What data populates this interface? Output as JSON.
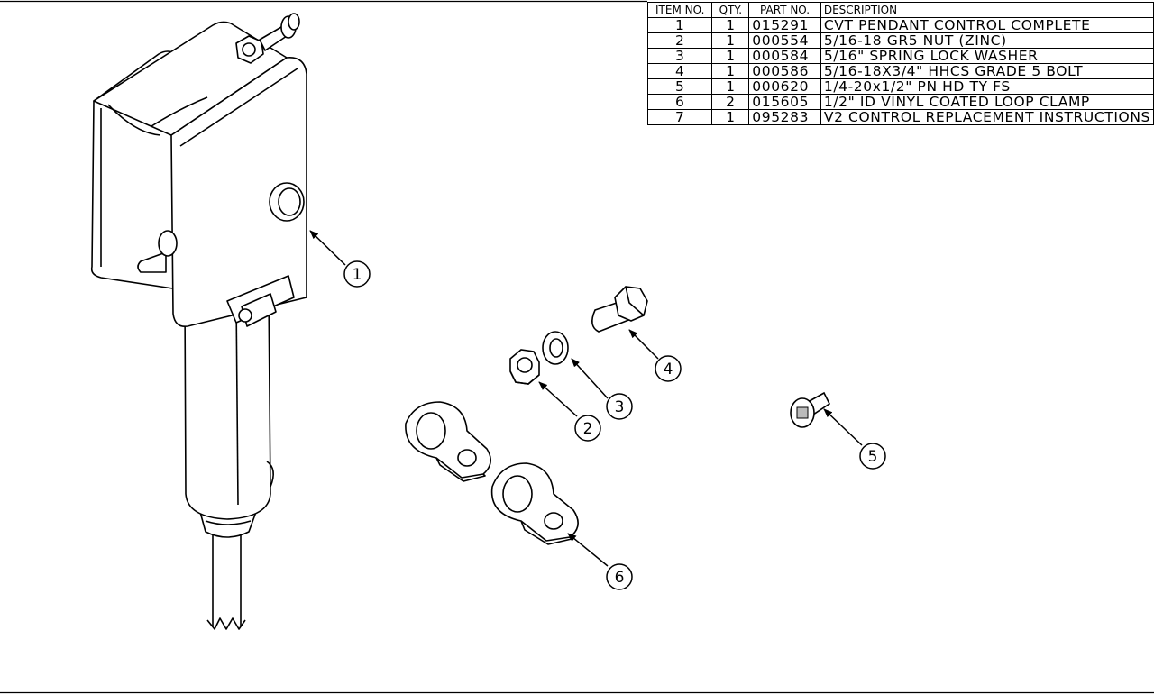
{
  "bom": {
    "headers": {
      "item": "ITEM NO.",
      "qty": "QTY.",
      "part": "PART NO.",
      "desc": "DESCRIPTION"
    },
    "rows": [
      {
        "item": "1",
        "qty": "1",
        "part": "015291",
        "desc": "CVT PENDANT CONTROL COMPLETE"
      },
      {
        "item": "2",
        "qty": "1",
        "part": "000554",
        "desc": "5/16-18 GR5 NUT (ZINC)"
      },
      {
        "item": "3",
        "qty": "1",
        "part": "000584",
        "desc": "5/16\" SPRING LOCK WASHER"
      },
      {
        "item": "4",
        "qty": "1",
        "part": "000586",
        "desc": "5/16-18X3/4\" HHCS GRADE 5 BOLT"
      },
      {
        "item": "5",
        "qty": "1",
        "part": "000620",
        "desc": "1/4-20x1/2\" PN HD TY FS"
      },
      {
        "item": "6",
        "qty": "2",
        "part": "015605",
        "desc": "1/2\" ID VINYL COATED LOOP CLAMP"
      },
      {
        "item": "7",
        "qty": "1",
        "part": "095283",
        "desc": "V2 CONTROL REPLACEMENT INSTRUCTIONS"
      }
    ]
  },
  "balloons": [
    {
      "id": "callout-1",
      "label": "1"
    },
    {
      "id": "callout-2",
      "label": "2"
    },
    {
      "id": "callout-3",
      "label": "3"
    },
    {
      "id": "callout-4",
      "label": "4"
    },
    {
      "id": "callout-5",
      "label": "5"
    },
    {
      "id": "callout-6",
      "label": "6"
    }
  ]
}
